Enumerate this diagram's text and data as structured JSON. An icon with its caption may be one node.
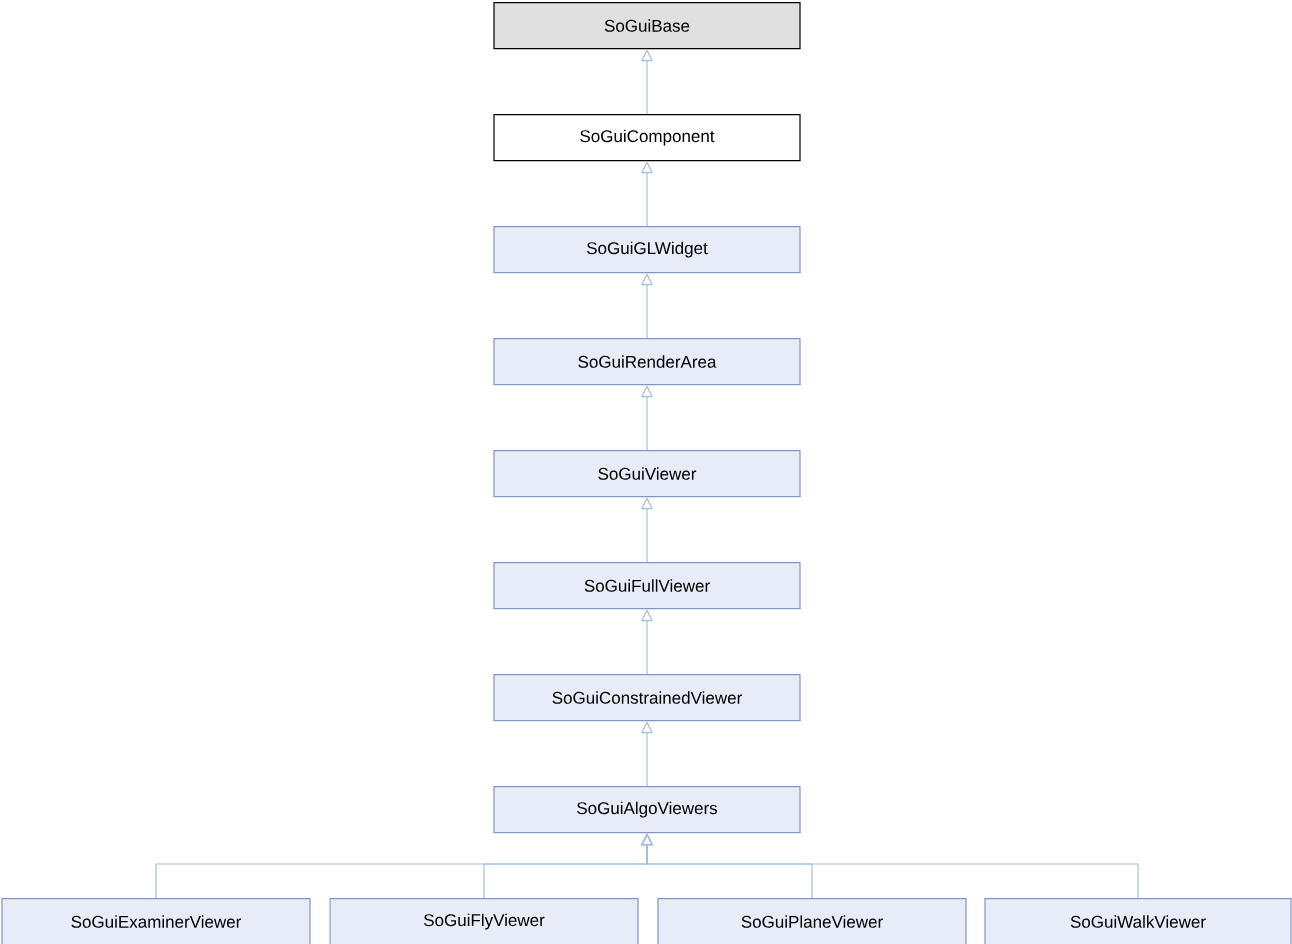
{
  "diagram": {
    "nodes": [
      {
        "text": [
          "SoGuiBase"
        ]
      },
      {
        "text": [
          "SoGuiComponent"
        ]
      },
      {
        "text": [
          "SoGuiGLWidget"
        ]
      },
      {
        "text": [
          "SoGuiRenderArea"
        ]
      },
      {
        "text": [
          "SoGuiViewer"
        ]
      },
      {
        "text": [
          "SoGuiFullViewer"
        ]
      },
      {
        "text": [
          "SoGuiConstrainedViewer"
        ]
      },
      {
        "text": [
          "SoGuiAlgoViewers"
        ]
      },
      {
        "text": [
          "SoGuiExaminerViewer"
        ]
      },
      {
        "text": [
          "SoGuiFlyViewer"
        ]
      },
      {
        "text": [
          "SoGuiPlaneViewer"
        ]
      },
      {
        "text": [
          "SoGuiWalkViewer"
        ]
      }
    ],
    "edges": [
      {
        "from": 1,
        "to": 0,
        "arrow": "to"
      },
      {
        "from": 2,
        "to": 1,
        "arrow": "to"
      },
      {
        "from": 3,
        "to": 2,
        "arrow": "to"
      },
      {
        "from": 4,
        "to": 3,
        "arrow": "to"
      },
      {
        "from": 5,
        "to": 4,
        "arrow": "to"
      },
      {
        "from": 6,
        "to": 5,
        "arrow": "to"
      },
      {
        "from": 7,
        "to": 6,
        "arrow": "to"
      },
      {
        "from": 8,
        "to": 7,
        "arrow": "to"
      },
      {
        "from": 9,
        "to": 7,
        "arrow": "to"
      },
      {
        "from": 10,
        "to": 7,
        "arrow": "to"
      },
      {
        "from": 11,
        "to": 7,
        "arrow": "to"
      }
    ]
  }
}
